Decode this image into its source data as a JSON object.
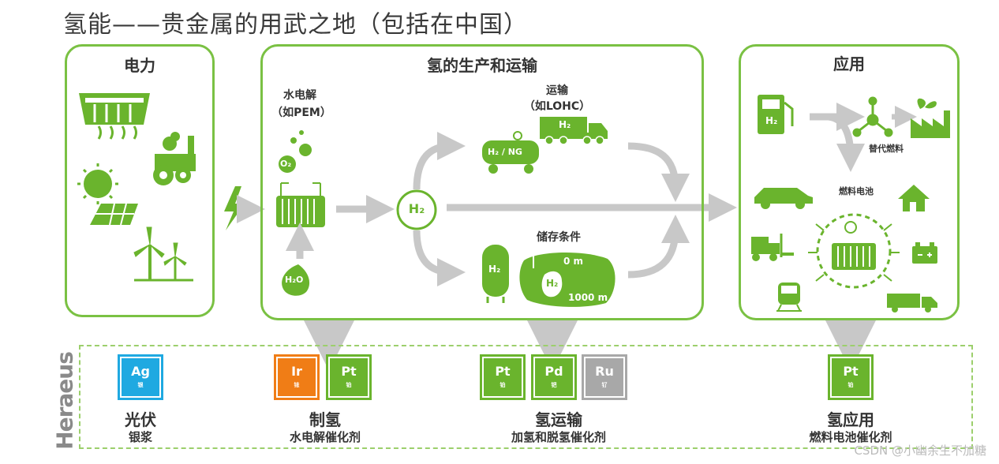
{
  "title": "氢能——贵金属的用武之地（包括在中国）",
  "panels": {
    "power": "电力",
    "production": "氢的生产和运输",
    "application": "应用"
  },
  "production": {
    "electrolysis": "水电解",
    "electrolysis_example": "（如PEM）",
    "transport": "运输",
    "transport_example": "（如LOHC）",
    "storage": "储存条件",
    "o2": "O₂",
    "h2o": "H₂O",
    "h2_center": "H₂",
    "truck_label": "H₂",
    "tank_label": "H₂ / NG",
    "vessel_label": "H₂",
    "cavern_label": "H₂",
    "depth_top": "0 m",
    "depth_bottom": "1000 m"
  },
  "application": {
    "synthetic_fuel": "替代燃料",
    "fuel_cell": "燃料电池",
    "pump_label": "H₂"
  },
  "brand": "Heraeus",
  "catalysts": [
    {
      "symbol": "Ag",
      "name": "银",
      "color": "#1fa9e1"
    },
    {
      "symbol": "Ir",
      "name": "铱",
      "color": "#f07d16"
    },
    {
      "symbol": "Pt",
      "name": "铂",
      "color": "#6ab42d"
    },
    {
      "symbol": "Pt",
      "name": "铂",
      "color": "#6ab42d"
    },
    {
      "symbol": "Pd",
      "name": "钯",
      "color": "#6ab42d"
    },
    {
      "symbol": "Ru",
      "name": "钌",
      "color": "#a8a8a8"
    },
    {
      "symbol": "Pt",
      "name": "铂",
      "color": "#6ab42d"
    }
  ],
  "categories": [
    {
      "title": "光伏",
      "subtitle": "银浆"
    },
    {
      "title": "制氢",
      "subtitle": "水电解催化剂"
    },
    {
      "title": "氢运输",
      "subtitle": "加氢和脱氢催化剂"
    },
    {
      "title": "氢应用",
      "subtitle": "燃料电池催化剂"
    }
  ],
  "watermark": "CSDN @小幽余生不加糖",
  "colors": {
    "accent_green": "#7ac143",
    "icon_green": "#6ab42d",
    "arrow_gray": "#c8c8c8"
  }
}
